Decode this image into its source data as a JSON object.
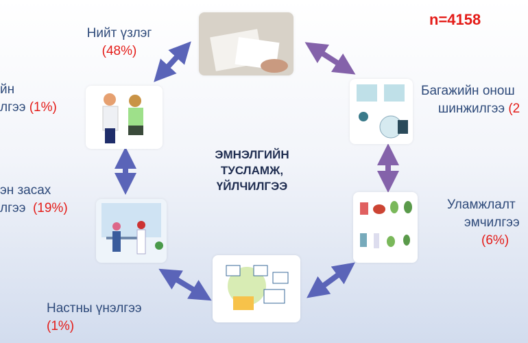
{
  "sample_size": "n=4158",
  "center_title": [
    "ЭМНЭЛГИЙН",
    "ТУСЛАМЖ,",
    "ҮЙЛЧИЛГЭЭ"
  ],
  "nodes": {
    "total_exam": {
      "label": "Нийт үзлэг",
      "pct": "(48%)"
    },
    "consult": {
      "line1": "йн",
      "line2": "лгээ",
      "pct": "(1%)"
    },
    "rehab": {
      "line1": "эн засах",
      "line2": "лгээ",
      "pct": "(19%)"
    },
    "elderly": {
      "label": "Настны үнэлгээ",
      "pct": "(1%)"
    },
    "instrumental": {
      "line1": "Багажийн онош",
      "line2": "шинжилгээ",
      "pct": "(2"
    },
    "traditional": {
      "line1": "Уламжлалт",
      "line2": "эмчилгээ",
      "pct": "(6%)"
    }
  },
  "colors": {
    "arrow_blue": "#5a64b8",
    "arrow_purple": "#8462aa",
    "pct_red": "#e41b17"
  }
}
